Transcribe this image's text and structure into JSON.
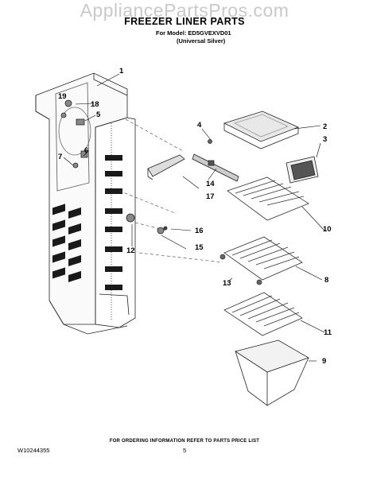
{
  "watermark": "AppliancePartsPros.com",
  "header": {
    "title": "FREEZER LINER PARTS",
    "model_line": "For Model: ED5GVEXVD01",
    "variant_line": "(Universal Silver)"
  },
  "callouts": [
    "1",
    "2",
    "3",
    "4",
    "5",
    "6",
    "7",
    "8",
    "9",
    "10",
    "11",
    "12",
    "13",
    "14",
    "15",
    "16",
    "17",
    "18",
    "19"
  ],
  "footer": {
    "note": "FOR ORDERING INFORMATION REFER TO PARTS PRICE LIST",
    "doc_number": "W10244355",
    "page_number": "5"
  }
}
